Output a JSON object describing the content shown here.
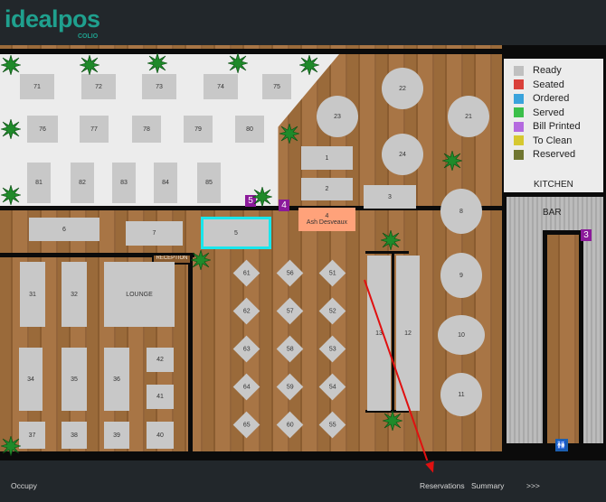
{
  "app": {
    "logo": "idealpos",
    "logo_sub": "COLIO"
  },
  "legend": [
    {
      "label": "Ready",
      "color": "#c0c0c0"
    },
    {
      "label": "Seated",
      "color": "#d9403a"
    },
    {
      "label": "Ordered",
      "color": "#3aa3dc"
    },
    {
      "label": "Served",
      "color": "#3bbf4a"
    },
    {
      "label": "Bill Printed",
      "color": "#b46adf"
    },
    {
      "label": "To Clean",
      "color": "#d6c830"
    },
    {
      "label": "Reserved",
      "color": "#6f7530"
    }
  ],
  "areas": {
    "kitchen": "KITCHEN",
    "bar": "BAR",
    "reception": "RECEPTION"
  },
  "badges": {
    "b5": "5",
    "b4": "4",
    "b3": "3"
  },
  "tables": {
    "t71": "71",
    "t72": "72",
    "t73": "73",
    "t74": "74",
    "t75": "75",
    "t76": "76",
    "t77": "77",
    "t78": "78",
    "t79": "79",
    "t80": "80",
    "t81": "81",
    "t82": "82",
    "t83": "83",
    "t84": "84",
    "t85": "85",
    "t6": "6",
    "t7": "7",
    "t5": "5",
    "t1": "1",
    "t2": "2",
    "t3": "3",
    "t23": "23",
    "t22": "22",
    "t21": "21",
    "t24": "24",
    "t8": "8",
    "t9": "9",
    "t10": "10",
    "t11": "11",
    "t13": "13",
    "t12": "12",
    "t61": "61",
    "t62": "62",
    "t63": "63",
    "t64": "64",
    "t65": "65",
    "t56": "56",
    "t57": "57",
    "t58": "58",
    "t59": "59",
    "t60": "60",
    "t51": "51",
    "t52": "52",
    "t53": "53",
    "t54": "54",
    "t55": "55",
    "t31": "31",
    "t32": "32",
    "lounge": "LOUNGE",
    "t34": "34",
    "t35": "35",
    "t36": "36",
    "t42": "42",
    "t41": "41",
    "t37": "37",
    "t38": "38",
    "t39": "39",
    "t40": "40"
  },
  "reservation": {
    "table": "4",
    "name": "Ash Desveaux",
    "color": "#ffa27a"
  },
  "selected_table": "5",
  "footer": {
    "occupy": "Occupy",
    "reservations": "Reservations",
    "summary": "Summary",
    "more": ">>>"
  }
}
